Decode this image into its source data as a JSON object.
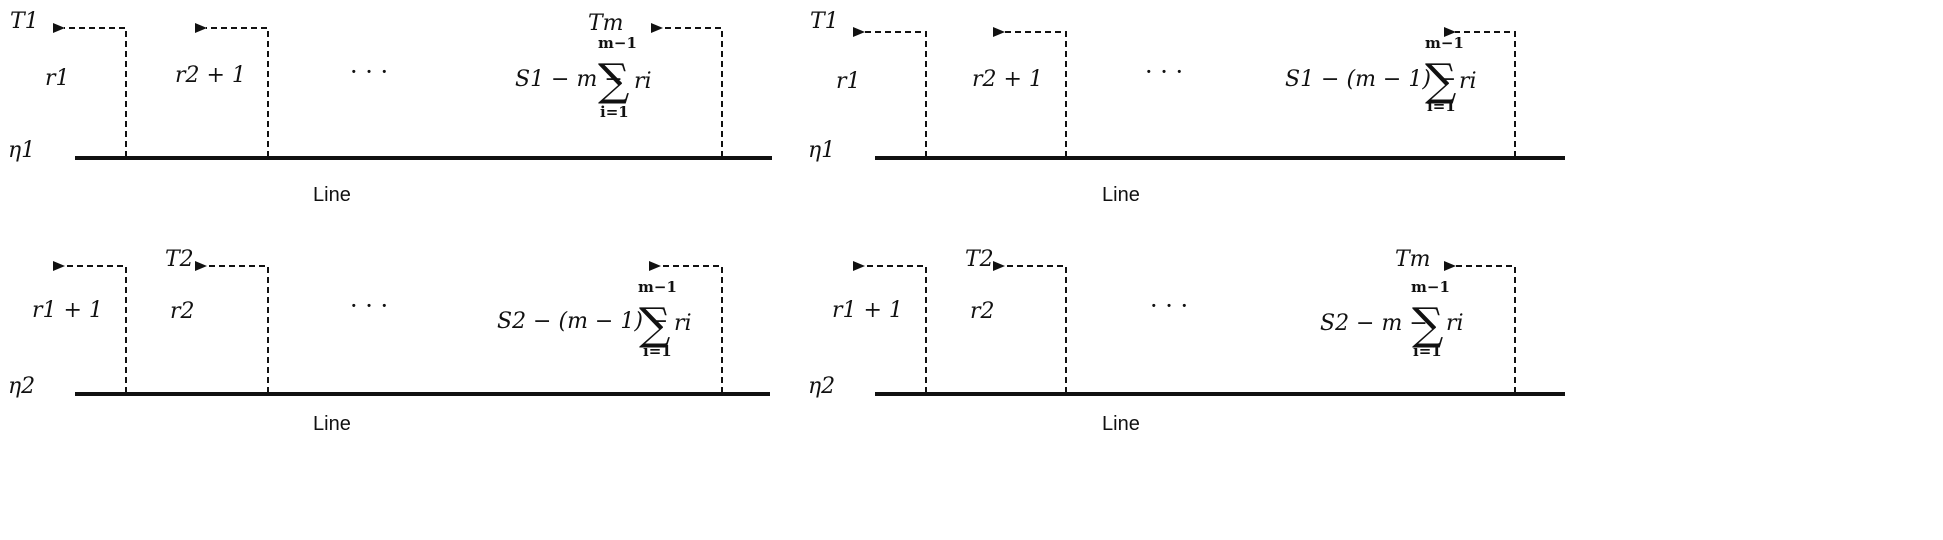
{
  "line_label": "Line",
  "dots": "· · ·",
  "sum_symbol": "∑",
  "sum_upper": "m−1",
  "sum_lower": "i=1",
  "panels": [
    {
      "eta": "η1",
      "top_label": "T1",
      "tm_label": "Tm",
      "t2_label": "",
      "cell1": "r1",
      "cell2": "r2 + 1",
      "expr_prefix": "S1 − m −",
      "expr_suffix": "ri"
    },
    {
      "eta": "η1",
      "top_label": "T1",
      "tm_label": "",
      "t2_label": "",
      "cell1": "r1",
      "cell2": "r2 + 1",
      "expr_prefix": "S1 − (m − 1) −",
      "expr_suffix": "ri"
    },
    {
      "eta": "η2",
      "top_label": "",
      "tm_label": "",
      "t2_label": "T2",
      "cell1": "r1 + 1",
      "cell2": "r2",
      "expr_prefix": "S2 − (m − 1) −",
      "expr_suffix": "ri"
    },
    {
      "eta": "η2",
      "top_label": "",
      "tm_label": "Tm",
      "t2_label": "T2",
      "cell1": "r1 + 1",
      "cell2": "r2",
      "expr_prefix": "S2 − m −",
      "expr_suffix": "ri"
    }
  ]
}
